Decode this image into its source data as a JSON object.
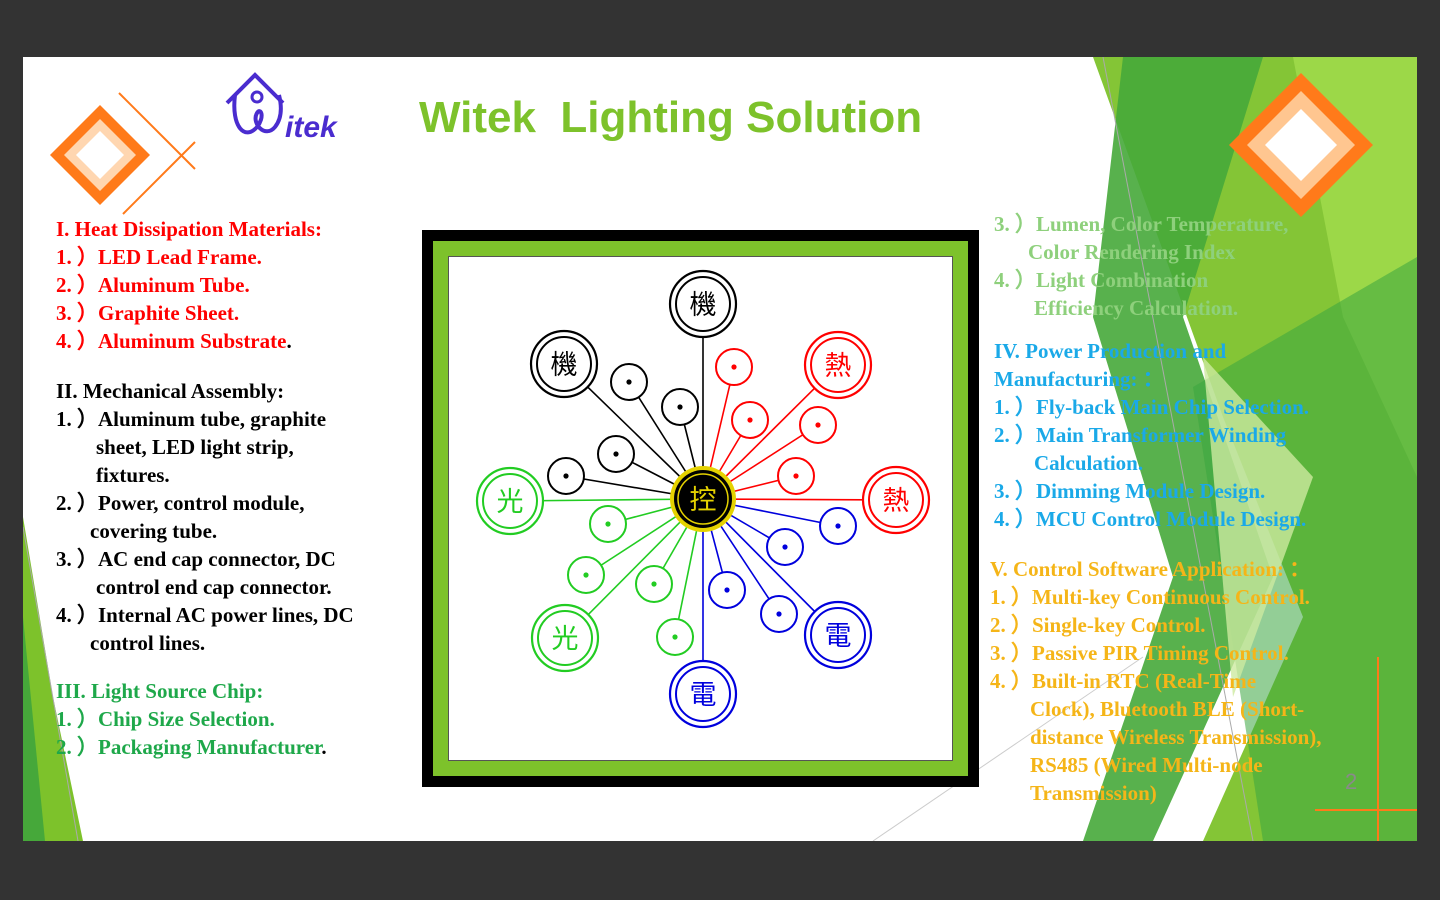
{
  "title": "Witek  Lighting Solution",
  "logo_text": "itek",
  "page_number": "2",
  "colors": {
    "accent_green": "#7dc22b",
    "heat_red": "#ff0000",
    "mech_black": "#000000",
    "light_green": "#1ea84a",
    "power_blue": "#1aa9e8",
    "software_yellow": "#f5b518",
    "orange_diamond": "#ff7a1a"
  },
  "section1": {
    "heading": "I. Heat Dissipation Materials:",
    "items": [
      "1. ）LED Lead Frame.",
      "2. ）Aluminum Tube.",
      "3. ）Graphite Sheet.",
      "4. ）Aluminum Substrate"
    ],
    "trailing_dot": "."
  },
  "section2": {
    "heading": "II. Mechanical Assembly:",
    "lines": [
      "1. ）Aluminum tube, graphite",
      "sheet, LED light strip,",
      "fixtures.",
      "2. ）Power, control module,",
      "covering tube.",
      "3. ）AC end cap connector, DC",
      "control end cap connector.",
      "4. ）Internal AC power lines, DC",
      "control lines."
    ]
  },
  "section3": {
    "heading": "III. Light Source Chip:",
    "items": [
      "1. ）Chip Size Selection.",
      "2. ）Packaging Manufacturer"
    ],
    "trailing_dot": "."
  },
  "section3_cont": {
    "lines": [
      "3. ）Lumen, Color Temperature,",
      "Color Rendering Index",
      "4. ）Light Combination",
      "Efficiency Calculation."
    ]
  },
  "section4": {
    "lines": [
      "IV. Power Production and",
      "Manufacturing: ：",
      "1. ）Fly-back Main Chip Selection.",
      "2. ）Main Transformer Winding",
      "Calculation.",
      "3. ）Dimming Module Design.",
      "4. ）MCU Control Module Design."
    ]
  },
  "section5": {
    "lines": [
      "V. Control Software Application: ：",
      "1. ）Multi-key Continuous Control.",
      "2. ）Single-key Control.",
      "3. ）Passive PIR Timing Control.",
      "4. ）Built-in RTC (Real-Time",
      "Clock), Bluetooth BLE (Short-",
      "distance Wireless Transmission),",
      "RS485 (Wired Multi-node",
      "Transmission)"
    ]
  },
  "diagram": {
    "center_char": "控",
    "mech_char": "機",
    "heat_char": "熱",
    "light_char": "光",
    "power_char": "電",
    "center_color": "#e5d200",
    "mech_color": "#000000",
    "heat_color": "#ff0000",
    "light_color": "#22cc22",
    "power_color": "#0000dd"
  }
}
